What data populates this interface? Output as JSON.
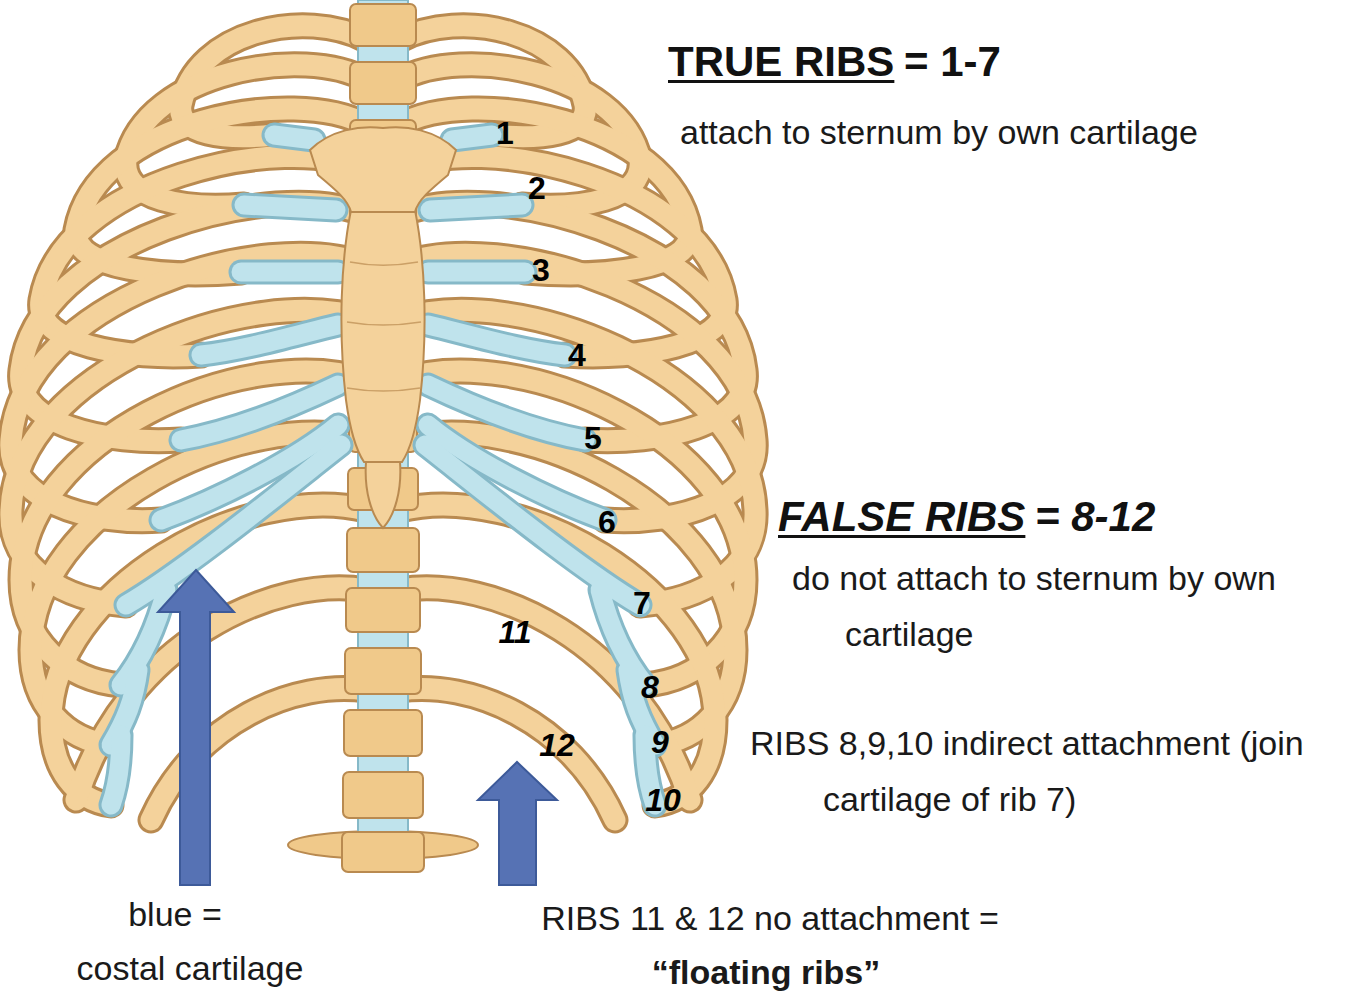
{
  "diagram": {
    "labels": [
      "TRUE RIBS",
      "= 1-7",
      "attach to sternum by own cartilage",
      "FALSE RIBS",
      "= 8-12",
      "do not attach to sternum by own cartilage",
      "RIBS 8,9,10 indirect attachment (join cartilage of rib 7)",
      "blue =",
      "costal cartilage",
      "RIBS 11 & 12 no attachment =",
      "“floating ribs”",
      "1",
      "2",
      "3",
      "4",
      "5",
      "6",
      "7",
      "8",
      "9",
      "10",
      "11",
      "12"
    ]
  }
}
